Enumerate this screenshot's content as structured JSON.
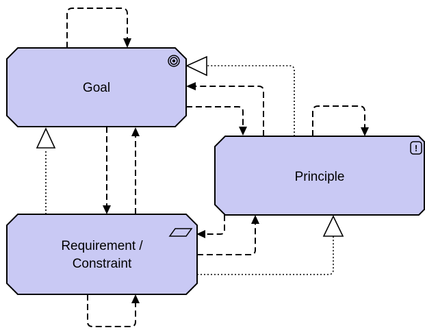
{
  "nodes": {
    "goal": {
      "label": "Goal",
      "icon": "goal-target-icon"
    },
    "principle": {
      "label": "Principle",
      "icon": "principle-exclamation-icon",
      "icon_text": "!"
    },
    "requirement": {
      "label_line1": "Requirement /",
      "label_line2": "Constraint",
      "icon": "requirement-parallelogram-icon"
    }
  },
  "colors": {
    "node_fill": "#c9c9f4",
    "stroke": "#000000",
    "background": "#ffffff"
  },
  "relationships": [
    {
      "from": "Goal",
      "to": "Goal",
      "style": "dashed",
      "head": "filled-arrow"
    },
    {
      "from": "Goal",
      "to": "Requirement / Constraint",
      "style": "dashed",
      "head": "filled-arrow"
    },
    {
      "from": "Requirement / Constraint",
      "to": "Goal",
      "style": "dashed",
      "head": "filled-arrow"
    },
    {
      "from": "Goal",
      "to": "Principle",
      "style": "dashed",
      "head": "filled-arrow"
    },
    {
      "from": "Principle",
      "to": "Goal",
      "style": "dashed",
      "head": "filled-arrow"
    },
    {
      "from": "Principle",
      "to": "Goal",
      "style": "dotted",
      "head": "hollow-triangle"
    },
    {
      "from": "Requirement / Constraint",
      "to": "Goal",
      "style": "dotted",
      "head": "hollow-triangle"
    },
    {
      "from": "Principle",
      "to": "Principle",
      "style": "dashed",
      "head": "filled-arrow"
    },
    {
      "from": "Principle",
      "to": "Requirement / Constraint",
      "style": "dashed",
      "head": "filled-arrow"
    },
    {
      "from": "Requirement / Constraint",
      "to": "Principle",
      "style": "dashed",
      "head": "filled-arrow"
    },
    {
      "from": "Requirement / Constraint",
      "to": "Principle",
      "style": "dotted",
      "head": "hollow-triangle"
    },
    {
      "from": "Requirement / Constraint",
      "to": "Requirement / Constraint",
      "style": "dashed",
      "head": "filled-arrow"
    }
  ]
}
